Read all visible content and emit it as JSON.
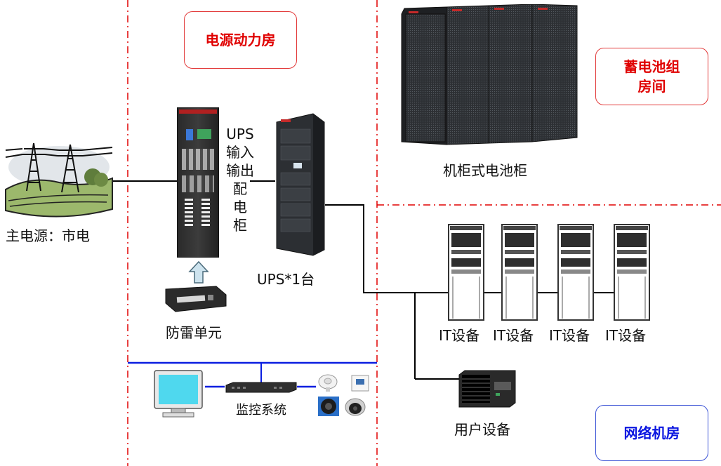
{
  "rooms": {
    "power_room": "电源动力房",
    "battery_room_line1": "蓄电池组",
    "battery_room_line2": "房间",
    "network_room": "网络机房"
  },
  "labels": {
    "mains": "主电源：市电",
    "ups_panel": [
      "UPS",
      "输入",
      "输出",
      "配",
      "电",
      "柜"
    ],
    "ups_unit": "UPS*1台",
    "surge": "防雷单元",
    "battery_cabinets": "机柜式电池柜",
    "it_devices": [
      "IT设备",
      "IT设备",
      "IT设备",
      "IT设备"
    ],
    "user_device": "用户设备",
    "monitoring": "监控系统"
  },
  "colors": {
    "divider": "#e00000",
    "room_title_red": "#e00000",
    "room_title_blue": "#0b16e0",
    "network_bus": "#0a1ee0",
    "power_line": "#000000"
  },
  "icons": {
    "mains": "power-transmission-tower-icon",
    "surge": "surge-protector-icon",
    "arrow": "up-arrow-icon",
    "monitor": "monitor-icon",
    "sensors": [
      "smoke-detector-icon",
      "temperature-sensor-icon",
      "camera-icon",
      "dome-camera-icon"
    ]
  }
}
